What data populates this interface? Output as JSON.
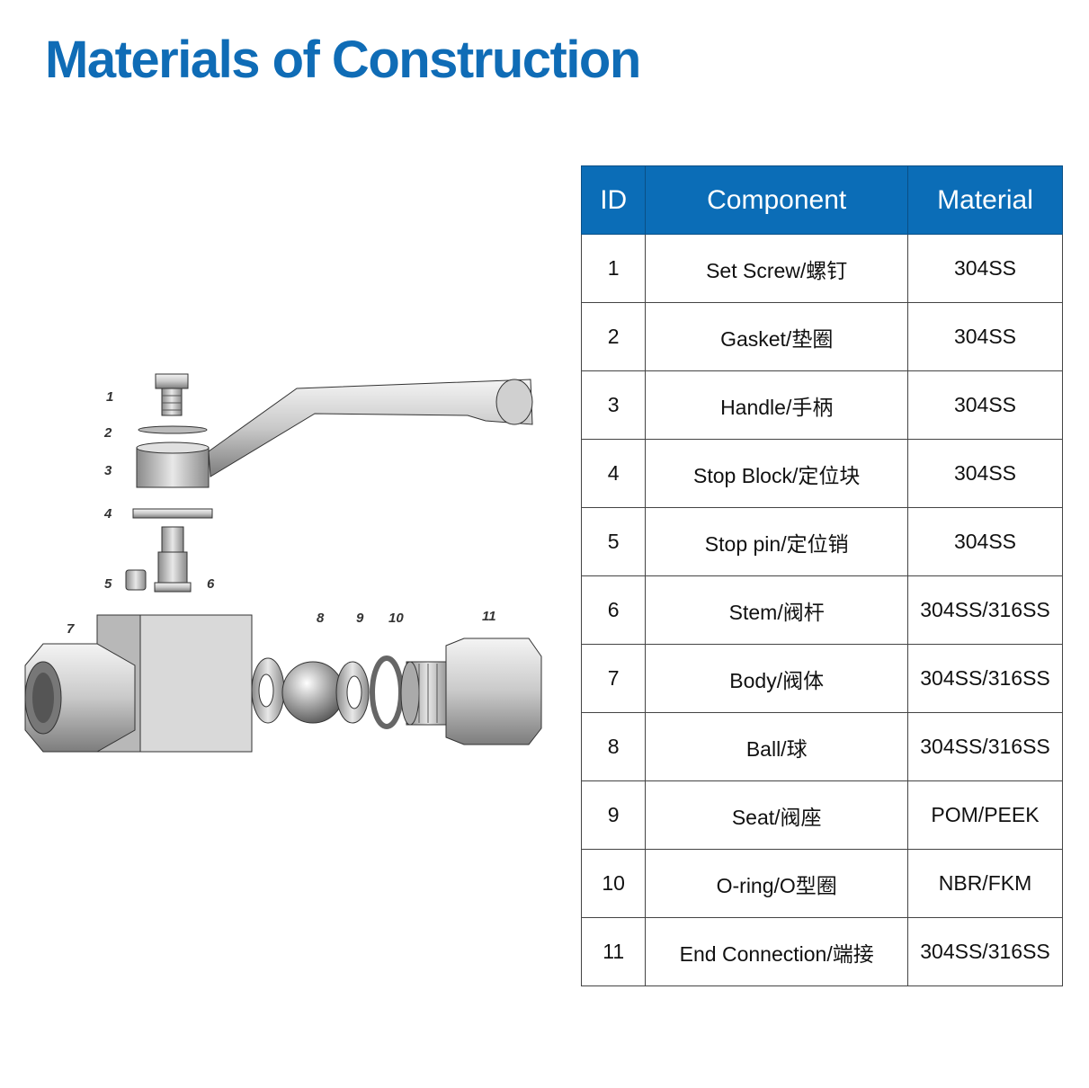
{
  "page": {
    "title": "Materials of Construction"
  },
  "diagram": {
    "labels": [
      "1",
      "2",
      "3",
      "4",
      "5",
      "6",
      "7",
      "8",
      "9",
      "10",
      "11"
    ]
  },
  "table": {
    "headers": {
      "id": "ID",
      "component": "Component",
      "material": "Material"
    },
    "rows": [
      {
        "id": "1",
        "component": "Set Screw/螺钉",
        "material": "304SS"
      },
      {
        "id": "2",
        "component": "Gasket/垫圈",
        "material": "304SS"
      },
      {
        "id": "3",
        "component": "Handle/手柄",
        "material": "304SS"
      },
      {
        "id": "4",
        "component": "Stop Block/定位块",
        "material": "304SS"
      },
      {
        "id": "5",
        "component": "Stop pin/定位销",
        "material": "304SS"
      },
      {
        "id": "6",
        "component": "Stem/阀杆",
        "material": "304SS/316SS"
      },
      {
        "id": "7",
        "component": "Body/阀体",
        "material": "304SS/316SS"
      },
      {
        "id": "8",
        "component": "Ball/球",
        "material": "304SS/316SS"
      },
      {
        "id": "9",
        "component": "Seat/阀座",
        "material": "POM/PEEK"
      },
      {
        "id": "10",
        "component": "O-ring/O型圈",
        "material": "NBR/FKM"
      },
      {
        "id": "11",
        "component": "End Connection/端接",
        "material": "304SS/316SS"
      }
    ]
  },
  "colors": {
    "title": "#0f6cb6",
    "header_bg": "#0b6db7",
    "header_text": "#ffffff"
  }
}
